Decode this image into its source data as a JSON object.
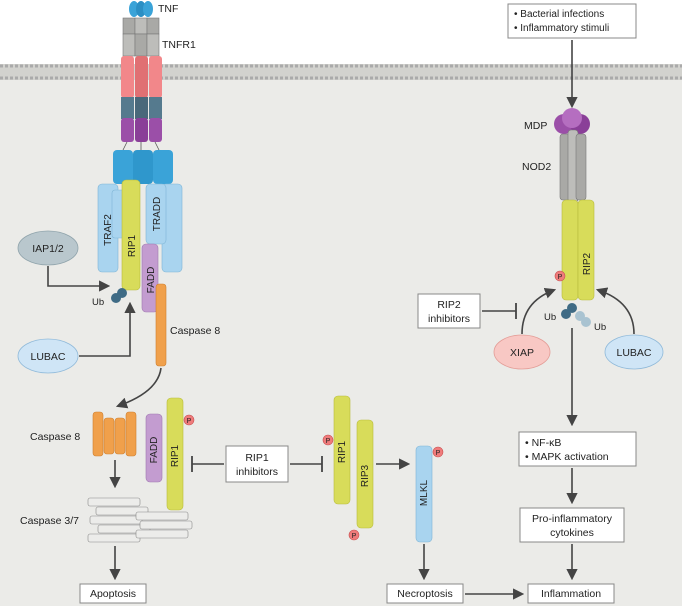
{
  "ligands": {
    "tnf": "TNF",
    "tnfr1": "TNFR1",
    "mdp": "MDP",
    "nod2": "NOD2"
  },
  "proteins": {
    "traf2": "TRAF2",
    "rip1": "RIP1",
    "tradd": "TRADD",
    "fadd": "FADD",
    "iap": "IAP1/2",
    "ub": "Ub",
    "lubac": "LUBAC",
    "caspase8": "Caspase 8",
    "caspase37": "Caspase 3/7",
    "rip3": "RIP3",
    "mlkl": "MLKL",
    "rip2": "RIP2",
    "xiap": "XIAP",
    "phospho": "P"
  },
  "stimuli": [
    "Bacterial infections",
    "Inflammatory stimuli"
  ],
  "inhibitors": {
    "rip1": [
      "RIP1",
      "inhibitors"
    ],
    "rip2": [
      "RIP2",
      "inhibitors"
    ]
  },
  "signalling": [
    "NF-κB",
    "MAPK activation"
  ],
  "cytokines": [
    "Pro-inflammatory",
    "cytokines"
  ],
  "outcomes": {
    "apoptosis": "Apoptosis",
    "necroptosis": "Necroptosis",
    "inflammation": "Inflammation"
  },
  "colors": {
    "cytoplasm": "#ebebe8",
    "membrane": "#c9c9c5",
    "rip_yellow": "#d8dc5a",
    "traf_blue": "#a9d4ef",
    "receptor_blue": "#3aa3d8",
    "caspase_orange": "#f0a04b",
    "fadd_purple": "#c39cd0",
    "xiap_pink": "#f8c8c4",
    "lubac_blue": "#cfe5f6",
    "iap_grey": "#b9c7cd",
    "phospho_red": "#ef7b7b"
  }
}
